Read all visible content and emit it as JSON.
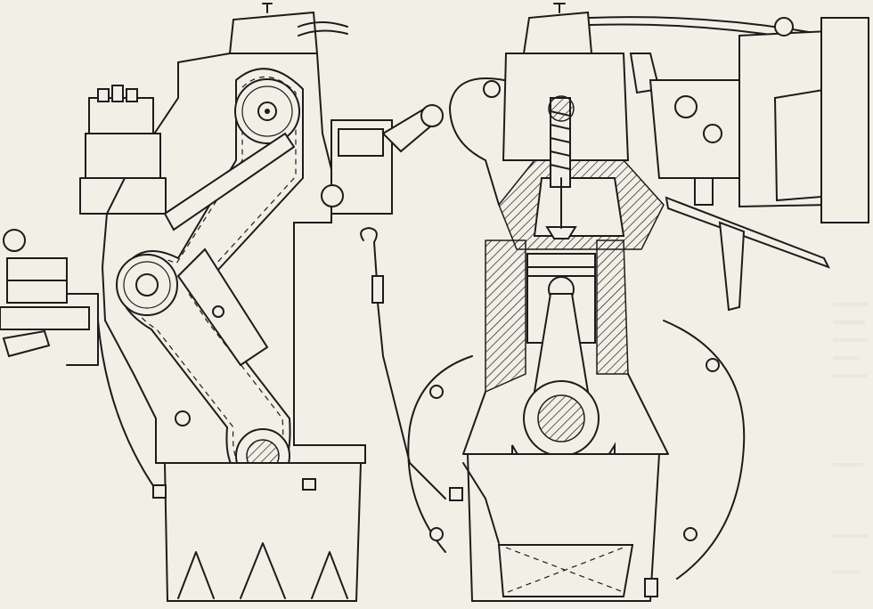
{
  "figure": {
    "caption": "",
    "views": [
      "front-elevation-timing-chain",
      "cross-section-through-cylinder"
    ]
  },
  "colors": {
    "paper": "#f2efe6",
    "ink": "#1c1c1c",
    "bleed_through": "#e6e1d4"
  },
  "components": {
    "left_view": [
      "distributor-cap",
      "fuel-pump",
      "camshaft-sprocket",
      "timing-chain",
      "idler-sprocket",
      "crankshaft-sprocket",
      "chain-tensioner",
      "rocker-cover",
      "oil-sump",
      "dipstick"
    ],
    "right_view": [
      "rocker-cover",
      "valve",
      "valve-spring",
      "piston",
      "connecting-rod",
      "crankshaft-journal",
      "carburettor",
      "air-filter",
      "oil-sump",
      "oil-pump-pickup",
      "flywheel-housing"
    ]
  }
}
